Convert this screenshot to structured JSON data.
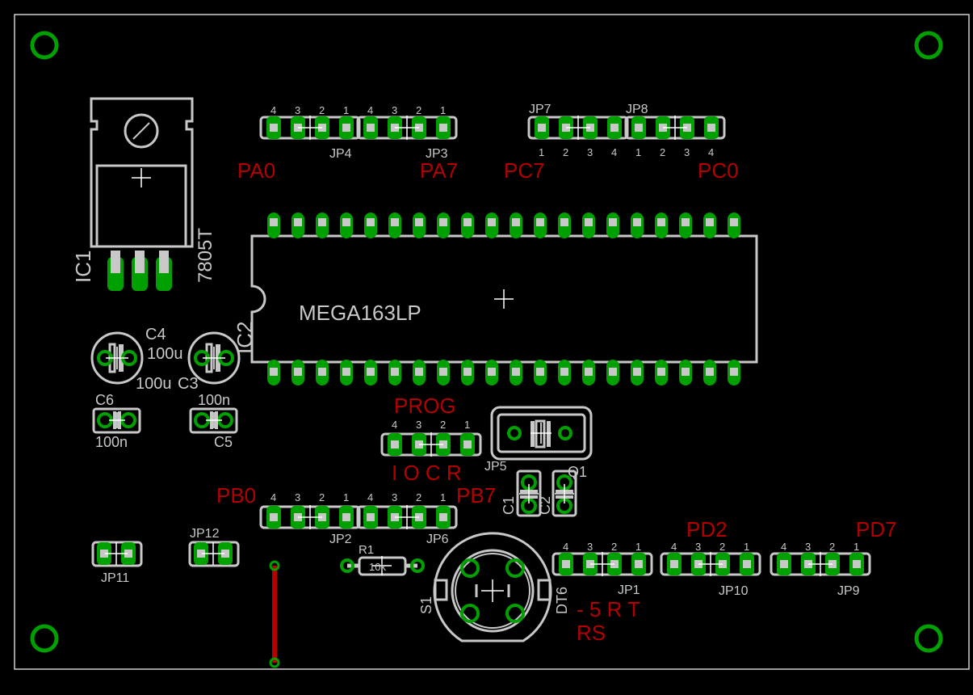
{
  "colors": {
    "background": "#000000",
    "silkscreen": "#c8c8c8",
    "pads": "#00a000",
    "top_text": "#b40000",
    "trace": "#b40000"
  },
  "components": {
    "ic1": {
      "name": "IC1",
      "value": "7805T"
    },
    "ic2": {
      "name": "IC2",
      "value": "MEGA163LP"
    },
    "c4": {
      "name": "C4",
      "value": "100u"
    },
    "c3": {
      "name": "C3",
      "value": "100u"
    },
    "c6": {
      "name": "C6",
      "value": "100n"
    },
    "c5": {
      "name": "C5",
      "value": "100n"
    },
    "c1": {
      "name": "C1"
    },
    "c2": {
      "name": "C2"
    },
    "q1": {
      "name": "Q1"
    },
    "r1": {
      "name": "R1",
      "value": "10k"
    },
    "s1": {
      "name": "S1",
      "value": "DT6"
    },
    "jp1": {
      "name": "JP1",
      "pins": [
        "4",
        "3",
        "2",
        "1"
      ]
    },
    "jp2": {
      "name": "JP2",
      "pins": [
        "4",
        "3",
        "2",
        "1"
      ]
    },
    "jp3": {
      "name": "JP3",
      "pins": [
        "4",
        "3",
        "2",
        "1"
      ]
    },
    "jp4": {
      "name": "JP4",
      "pins": [
        "4",
        "3",
        "2",
        "1"
      ]
    },
    "jp5": {
      "name": "JP5",
      "pins": [
        "4",
        "3",
        "2",
        "1"
      ]
    },
    "jp6": {
      "name": "JP6",
      "pins": [
        "4",
        "3",
        "2",
        "1"
      ]
    },
    "jp7": {
      "name": "JP7",
      "pins": [
        "1",
        "2",
        "3",
        "4"
      ]
    },
    "jp8": {
      "name": "JP8",
      "pins": [
        "1",
        "2",
        "3",
        "4"
      ]
    },
    "jp9": {
      "name": "JP9",
      "pins": [
        "4",
        "3",
        "2",
        "1"
      ]
    },
    "jp10": {
      "name": "JP10",
      "pins": [
        "4",
        "3",
        "2",
        "1"
      ]
    },
    "jp11": {
      "name": "JP11"
    },
    "jp12": {
      "name": "JP12"
    }
  },
  "annotations": {
    "pa0": "PA0",
    "pa7": "PA7",
    "pc7": "PC7",
    "pc0": "PC0",
    "prog": "PROG",
    "iocr": "I O C R",
    "pb0": "PB0",
    "pb7": "PB7",
    "pd2": "PD2",
    "pd7": "PD7",
    "srt": "- 5 R T",
    "rs": "RS"
  }
}
